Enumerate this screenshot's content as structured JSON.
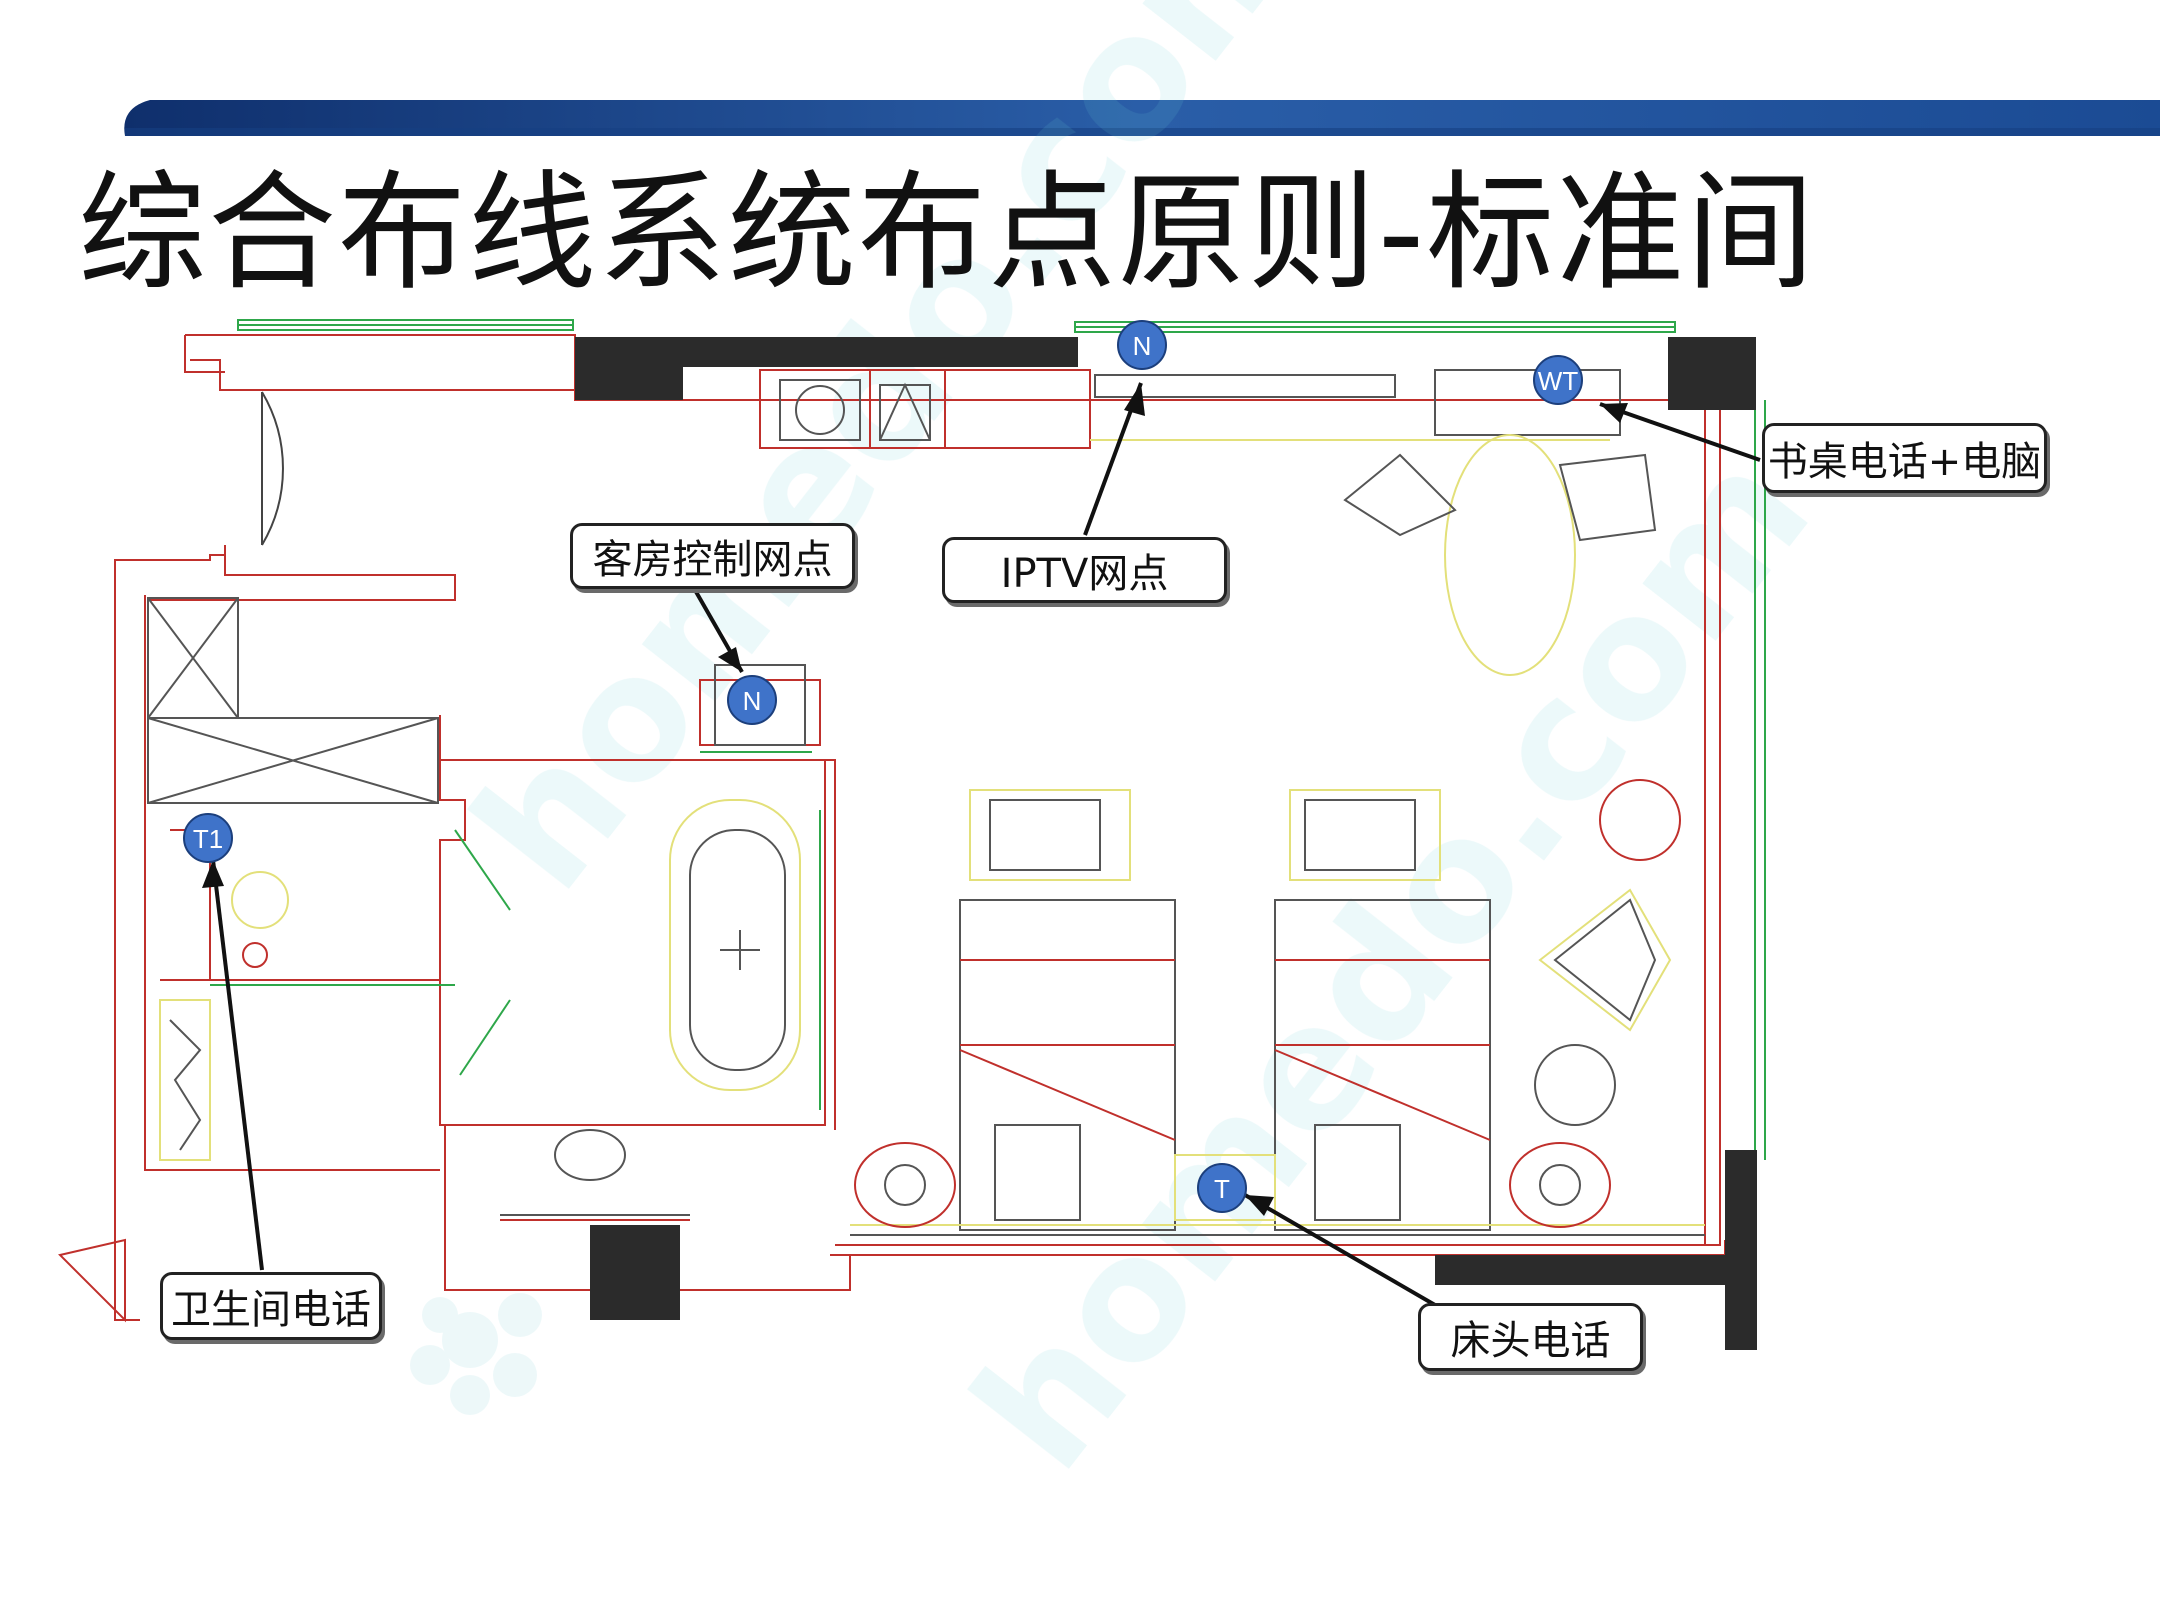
{
  "title": "综合布线系统布点原则-标准间",
  "watermark": "homedo.com",
  "callouts": {
    "room_control": "客房控制网点",
    "iptv": "IPTV网点",
    "desk_phone": "书桌电话+电脑",
    "bath_phone": "卫生间电话",
    "bed_phone": "床头电话"
  },
  "markers": {
    "room_control": "N",
    "iptv": "N",
    "desk_phone": "WT",
    "bath_phone": "T1",
    "bed_phone": "T"
  },
  "colors": {
    "header_bar": "#1f4f9a",
    "marker_fill": "#3f73c9",
    "wall_red": "#c0302c",
    "fixture_yellow": "#e3e07a",
    "window_green": "#2ea74a",
    "column_black": "#2b2b2b"
  }
}
